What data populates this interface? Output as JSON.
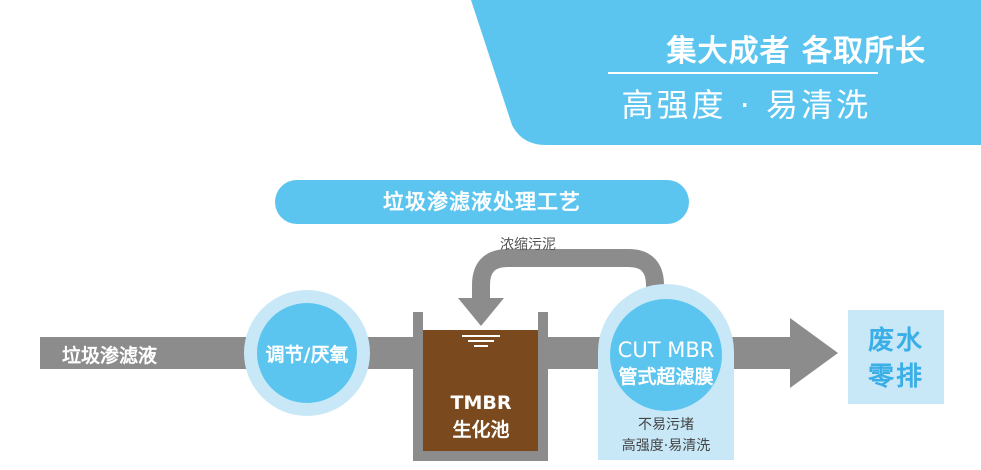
{
  "header": {
    "title": "集大成者 各取所长",
    "subtitle": "高强度 · 易清洗",
    "accent_color": "#5bc5ef"
  },
  "process": {
    "title": "垃圾渗滤液处理工艺",
    "input_label": "垃圾渗滤液",
    "step1_label": "调节/厌氧",
    "recycle_label": "浓缩污泥",
    "tank": {
      "line1": "TMBR",
      "line2": "生化池",
      "fill_color": "#7a4a1e"
    },
    "membrane": {
      "line1": "CUT MBR",
      "line2": "管式超滤膜",
      "feature1": "不易污堵",
      "feature2": "高强度·易清洗"
    },
    "output": {
      "line1": "废水",
      "line2": "零排"
    },
    "colors": {
      "pipe": "#8c8c8c",
      "circle_ring": "#c8e8f8",
      "circle_fill": "#5bc5ef",
      "output_box": "#c8e8f8",
      "output_text": "#3aaee6"
    }
  }
}
